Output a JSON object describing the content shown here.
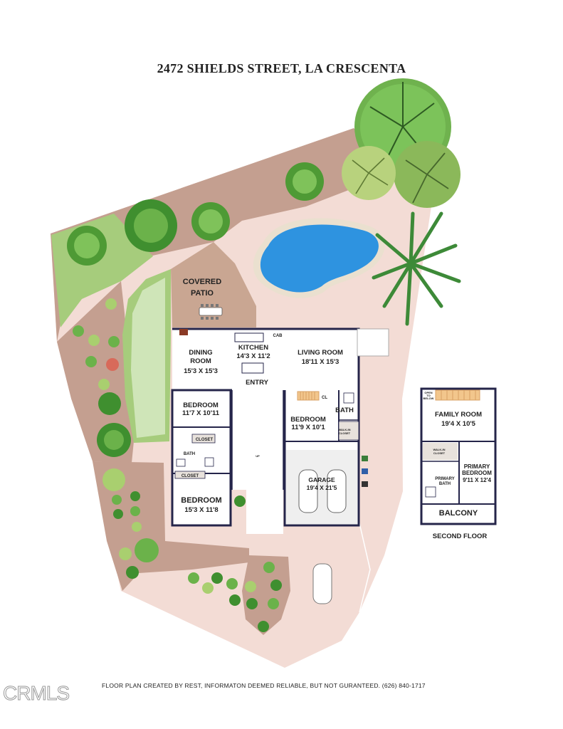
{
  "title": "2472 SHIELDS STREET,  LA CRESCENTA",
  "areas": {
    "covered_patio": "COVERED\nPATIO",
    "second_floor_caption": "SECOND FLOOR"
  },
  "rooms": {
    "dining": {
      "name": "DINING\nROOM",
      "size": "15'3 X 15'3"
    },
    "kitchen": {
      "name": "KITCHEN",
      "size": "14'3 X 11'2"
    },
    "living": {
      "name": "LIVING ROOM",
      "size": "18'11 X 15'3"
    },
    "entry": {
      "name": "ENTRY"
    },
    "bedroom_1": {
      "name": "BEDROOM",
      "size": "11'7 X 10'11"
    },
    "bedroom_2": {
      "name": "BEDROOM",
      "size": "11'9 X 10'1"
    },
    "bedroom_3": {
      "name": "BEDROOM",
      "size": "15'3 X 11'8"
    },
    "bath_1": {
      "name": "BATH"
    },
    "bath_2": {
      "name": "BATH"
    },
    "closet_1": {
      "name": "CLOSET"
    },
    "closet_2": {
      "name": "CLOSET"
    },
    "walkin_1": {
      "name": "WALK-IN\nCLOSET"
    },
    "garage": {
      "name": "GARAGE",
      "size": "19'4 X 21'5"
    },
    "family_room": {
      "name": "FAMILY ROOM",
      "size": "19'4 X 10'5"
    },
    "walkin_2": {
      "name": "WALK-IN\nCLOSET"
    },
    "primary_bath": {
      "name": "PRIMARY\nBATH"
    },
    "primary_bedroom": {
      "name": "PRIMARY\nBEDROOM",
      "size": "9'11 X 12'4"
    },
    "balcony": {
      "name": "BALCONY"
    }
  },
  "small_labels": {
    "cab": "CAB",
    "cl": "CL",
    "open_to_below": "OPEN\nTO\nBELOW",
    "up": "UP"
  },
  "footer": "FLOOR PLAN CREATED BY REST, INFORMATON DEEMED RELIABLE, BUT NOT GURANTEED.  (626) 840-1717",
  "watermark": "CRMLS",
  "colors": {
    "ground": "#f3dcd5",
    "lawn": "#a6cc7c",
    "lawn_light": "#d5e8c0",
    "dirt": "#c49f90",
    "patio": "#c9a692",
    "pool": "#2e93e0",
    "pool_edge": "#eae0cf",
    "wall": "#25254a",
    "floor": "#ffffff",
    "tree_dark": "#3f8f2f",
    "tree_mid": "#6bb24a",
    "tree_light": "#a9cf6f"
  }
}
